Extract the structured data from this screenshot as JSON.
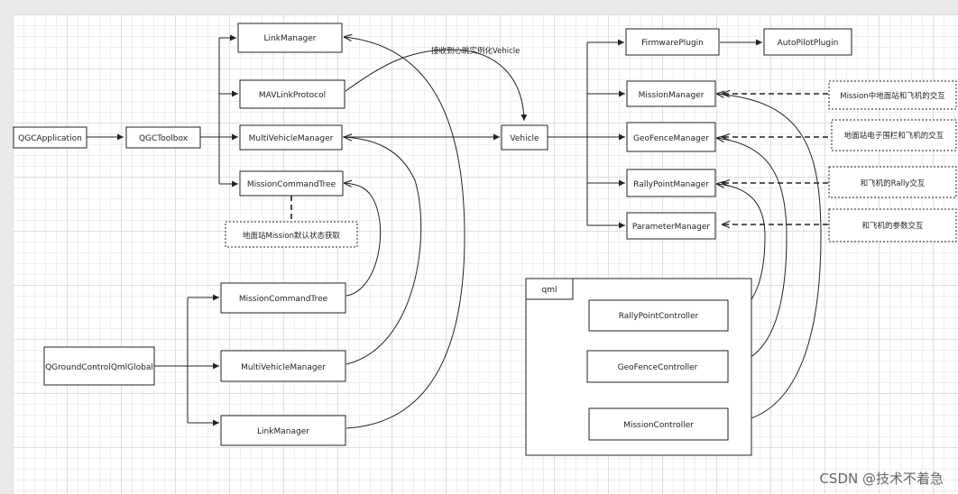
{
  "nodes": {
    "qgc_application": "QGCApplication",
    "qgc_toolbox": "QGCToolbox",
    "link_manager_top": "LinkManager",
    "mavlink_protocol": "MAVLinkProtocol",
    "multi_vehicle_manager_top": "MultiVehicleManager",
    "mission_command_tree_top": "MissionCommandTree",
    "vehicle": "Vehicle",
    "firmware_plugin": "FirmwarePlugin",
    "autopilot_plugin": "AutoPilotPlugin",
    "mission_manager": "MissionManager",
    "geofence_manager": "GeoFenceManager",
    "rally_point_manager": "RallyPointManager",
    "parameter_manager": "ParameterManager",
    "qgc_qml_global": "QGroundControlQmlGlobal",
    "mission_command_tree_bottom": "MissionCommandTree",
    "multi_vehicle_manager_bottom": "MultiVehicleManager",
    "link_manager_bottom": "LinkManager",
    "qml_group": "qml",
    "rally_point_controller": "RallyPointController",
    "geofence_controller": "GeoFenceController",
    "mission_controller": "MissionController"
  },
  "notes": {
    "mission_default": "地面站Mission默认状态获取",
    "mission_interact": "Mission中地面站和飞机的交互",
    "geofence_interact": "地面站电子围栏和飞机的交互",
    "rally_interact": "和飞机的Rally交互",
    "param_interact": "和飞机的参数交互"
  },
  "labels": {
    "vehicle_instantiate": "接收到心跳实例化Vehicle"
  },
  "watermark": "CSDN @技术不着急"
}
